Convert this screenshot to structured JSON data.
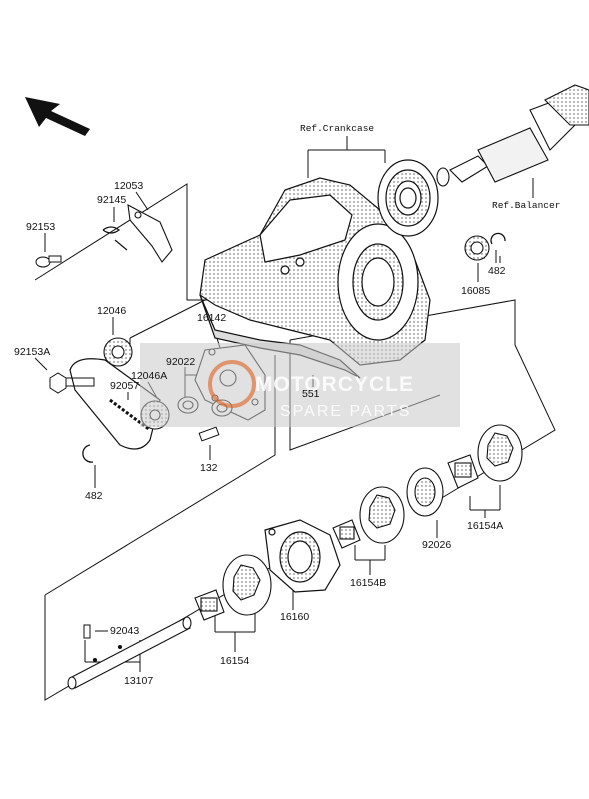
{
  "labels": {
    "ref_crankcase": "Ref.Crankcase",
    "ref_balancer": "Ref.Balancer",
    "p92153": "92153",
    "p92145": "92145",
    "p12053": "12053",
    "p482_top": "482",
    "p16085": "16085",
    "p12046": "12046",
    "p16142": "16142",
    "p92153A": "92153A",
    "p92022": "92022",
    "p12046A": "12046A",
    "p92057": "92057",
    "p551": "551",
    "p132": "132",
    "p482_bottom": "482",
    "p92026": "92026",
    "p16154A": "16154A",
    "p16154B": "16154B",
    "p92043": "92043",
    "p16160": "16160",
    "p16154": "16154",
    "p13107": "13107"
  },
  "watermark": {
    "line1": "MOTORCYCLE",
    "line2": "SPARE PARTS"
  },
  "icons": [
    "direction-arrow-icon",
    "watermark-logo-icon"
  ],
  "colors": {
    "line": "#111111",
    "part_fill": "#ffffff",
    "shade": "#8a8a8a",
    "watermark_box": "#c8c8c8"
  }
}
